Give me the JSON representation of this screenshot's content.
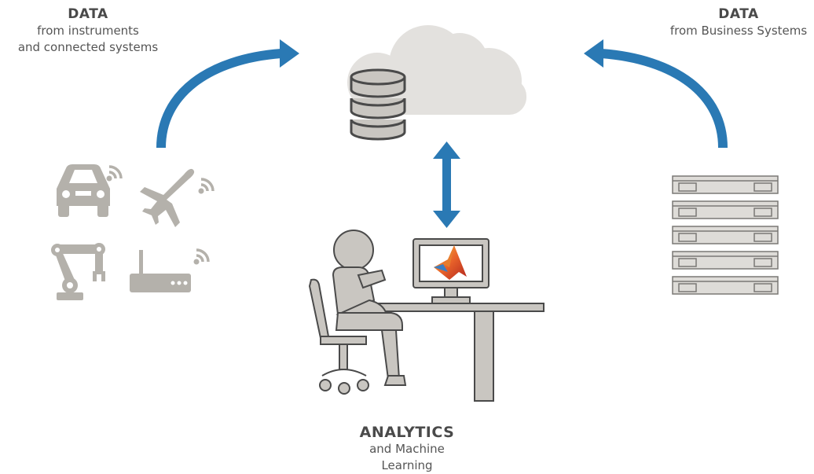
{
  "left_source": {
    "title": "DATA",
    "subtitle_line1": "from instruments",
    "subtitle_line2": "and connected systems"
  },
  "right_source": {
    "title": "DATA",
    "subtitle": "from Business Systems"
  },
  "analytics": {
    "title": "ANALYTICS",
    "subtitle": "and Machine Learning"
  },
  "icons": [
    "cloud-icon",
    "database-icon",
    "car-icon",
    "airplane-icon",
    "robot-arm-icon",
    "router-icon",
    "server-rack-icon",
    "person-at-desk-icon",
    "monitor-icon",
    "matlab-logo-icon"
  ],
  "colors": {
    "arrow": "#2a79b4",
    "icon_gray": "#b4b1ab",
    "cloud": "#e3e1de",
    "text": "#4a4a4a"
  }
}
